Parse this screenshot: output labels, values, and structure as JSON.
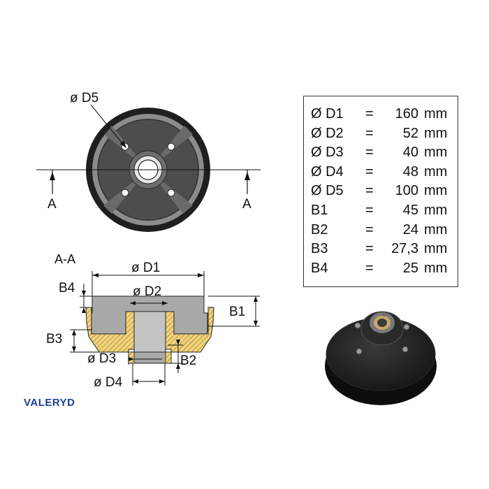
{
  "front_view": {
    "label_d5": "ø D5",
    "section_left": "A",
    "section_right": "A"
  },
  "section_view": {
    "title": "A-A",
    "label_d1": "ø D1",
    "label_d2": "ø D2",
    "label_d3": "ø D3",
    "label_d4": "ø D4",
    "label_b1": "B1",
    "label_b2": "B2",
    "label_b3": "B3",
    "label_b4": "B4"
  },
  "specs": [
    {
      "name": "Ø D1",
      "eq": "=",
      "value": "160",
      "unit": "mm"
    },
    {
      "name": "Ø D2",
      "eq": "=",
      "value": "52",
      "unit": "mm"
    },
    {
      "name": "Ø D3",
      "eq": "=",
      "value": "40",
      "unit": "mm"
    },
    {
      "name": "Ø D4",
      "eq": "=",
      "value": "48",
      "unit": "mm"
    },
    {
      "name": "Ø D5",
      "eq": "=",
      "value": "100",
      "unit": "mm"
    },
    {
      "name": "B1",
      "eq": "=",
      "value": "45",
      "unit": "mm"
    },
    {
      "name": "B2",
      "eq": "=",
      "value": "24",
      "unit": "mm"
    },
    {
      "name": "B3",
      "eq": "=",
      "value": "27,3",
      "unit": "mm"
    },
    {
      "name": "B4",
      "eq": "=",
      "value": "25",
      "unit": "mm"
    }
  ],
  "brand": {
    "name": "VALERYD",
    "color": "#1b3f94"
  },
  "colors": {
    "drum_dark": "#4a4a4a",
    "drum_ring": "#8c8c8c",
    "section_fill": "#a9a9a9",
    "hatch_fill": "#f2d27a"
  }
}
